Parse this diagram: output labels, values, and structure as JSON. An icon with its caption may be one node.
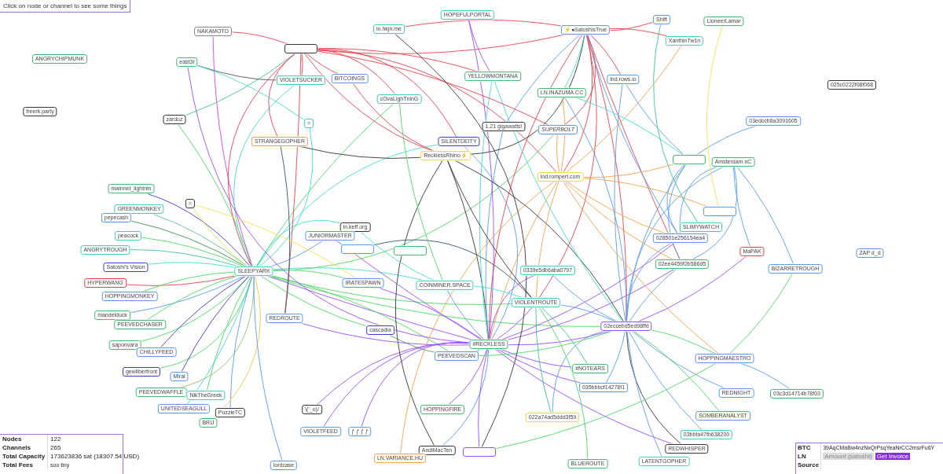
{
  "diagram": {
    "nodes": [
      {
        "text": [
          "NAKAMOTO"
        ]
      },
      {
        "text": [],
        "shape": "box"
      },
      {
        "text": [
          "ln.hkjn.me"
        ]
      },
      {
        "text": [
          "HOPEFULPORTAL"
        ]
      },
      {
        "text": [
          "⚡●SatoshisTrue"
        ]
      },
      {
        "text": [
          "Shift"
        ]
      },
      {
        "text": [
          "LioneerLamar"
        ]
      },
      {
        "text": [
          "XanthinTw1n"
        ]
      },
      {
        "text": [
          "ANGRYCHIPMUNK"
        ]
      },
      {
        "text": [
          "east3r"
        ]
      },
      {
        "text": [
          "VIOLETSUCKER"
        ]
      },
      {
        "text": [
          "BITCOINGS"
        ]
      },
      {
        "text": [
          "YELLOWMONTANA"
        ]
      },
      {
        "text": [
          "lnd.rows.io"
        ]
      },
      {
        "text": [
          "025c0222f08f068"
        ]
      },
      {
        "text": [
          "cOvaLighTninG"
        ]
      },
      {
        "text": [
          "LN.INAZUMA.CC"
        ]
      },
      {
        "text": [
          "freerk.party"
        ]
      },
      {
        "text": [
          "zardoz"
        ]
      },
      {
        "text": [
          "="
        ]
      },
      {
        "text": [
          "1.21 gigawatts!"
        ]
      },
      {
        "text": [
          "*SUPERBOLT*"
        ]
      },
      {
        "text": [
          "03edccb8a3091605"
        ]
      },
      {
        "text": [
          "STRANGEGOPHER"
        ]
      },
      {
        "text": [
          "SILENTDEITY"
        ]
      },
      {
        "text": [
          "RecklessRhino⚡"
        ]
      },
      {
        "text": [],
        "shape": "box"
      },
      {
        "text": [
          "Amsterdam.nC"
        ]
      },
      {
        "text": [
          "lnd.rompert.com"
        ]
      },
      {
        "text": [
          "mainnet_lightnin"
        ]
      },
      {
        "text": [
          "="
        ]
      },
      {
        "text": [
          "GREENMONKEY"
        ]
      },
      {
        "text": [
          "pepecash"
        ]
      },
      {
        "text": [],
        "shape": "box"
      },
      {
        "text": [
          "peacock"
        ]
      },
      {
        "text": [
          "SLIMYWATCH"
        ]
      },
      {
        "text": [
          "ln.keff.org"
        ]
      },
      {
        "text": [
          "JUNIORMASTER"
        ]
      },
      {
        "text": [
          "028501e256154ea4"
        ]
      },
      {
        "text": [
          "ANGRYTROUGH"
        ]
      },
      {
        "text": [],
        "shape": "box"
      },
      {
        "text": [],
        "shape": "box"
      },
      {
        "text": [
          "MaPAK"
        ]
      },
      {
        "text": [
          "ZAP d_d"
        ]
      },
      {
        "text": [
          "0339e5db6aba0797"
        ]
      },
      {
        "text": [
          "02ee4459f2b586d5"
        ]
      },
      {
        "text": [
          "Satoshi's Vision"
        ]
      },
      {
        "text": [
          "SLEEPYARK"
        ]
      },
      {
        "text": [
          "BIZARRETROUGH"
        ]
      },
      {
        "text": [
          "HYPERWANG"
        ]
      },
      {
        "text": [
          "IRATESPAWN"
        ]
      },
      {
        "text": [
          "COINMINER.SPACE"
        ]
      },
      {
        "text": [
          "HOPPINGMONKEY"
        ]
      },
      {
        "text": [
          "VIOLENTROUTE"
        ]
      },
      {
        "text": [
          "mandelduck"
        ]
      },
      {
        "text": [
          "REDROUTE"
        ]
      },
      {
        "text": [
          "PEEVEDCHASER"
        ]
      },
      {
        "text": [
          "02eccebd5ed98ffd"
        ]
      },
      {
        "text": [
          "cascadia"
        ]
      },
      {
        "text": [
          "saponvara"
        ]
      },
      {
        "text": [
          "#RECKLESS"
        ]
      },
      {
        "text": [
          "CHILLYFEED"
        ]
      },
      {
        "text": [
          "PEEVEDSCAN"
        ]
      },
      {
        "text": [
          "HOPPINGMAESTRO"
        ]
      },
      {
        "text": [
          "#NOTEARS"
        ]
      },
      {
        "text": [
          "gewilberfront"
        ]
      },
      {
        "text": [
          "Mirai"
        ]
      },
      {
        "text": [
          "035bbbcf14278f1"
        ]
      },
      {
        "text": [
          "REDNIGHT"
        ]
      },
      {
        "text": [
          "03c3d14714b78f03"
        ]
      },
      {
        "text": [
          "PEEVEDWAFFLE"
        ]
      },
      {
        "text": [
          "NikTheGreek"
        ]
      },
      {
        "text": [
          "UNITEDSEAGULL"
        ]
      },
      {
        "text": [
          "PuzzleTC"
        ]
      },
      {
        "text": [
          "\\('_o)/"
        ]
      },
      {
        "text": [
          "HOPPINGFIRE"
        ]
      },
      {
        "text": [
          "SOMBERANALYST"
        ]
      },
      {
        "text": [
          "022a74ad5ddd3f59"
        ]
      },
      {
        "text": [
          "BRIJ"
        ]
      },
      {
        "text": [
          "VIOLETFEED"
        ]
      },
      {
        "text": [
          "ƒ ƒ ƒ ƒ"
        ]
      },
      {
        "text": [
          "03bbfa47fb638200"
        ]
      },
      {
        "text": [
          "AndiMacTen"
        ]
      },
      {
        "text": [],
        "shape": "box"
      },
      {
        "text": [
          "lordcase"
        ]
      },
      {
        "text": [
          "LN.VARIANCE.HU"
        ]
      },
      {
        "text": [
          "REDWHISPER"
        ]
      },
      {
        "text": [
          "BLUEROUTE"
        ]
      },
      {
        "text": [
          "LATENTGOPHER"
        ]
      }
    ],
    "edges": [
      {
        "from": 47,
        "to": 29,
        "arrow": "none",
        "color": "#3a3ad0"
      },
      {
        "from": 47,
        "to": 31,
        "arrow": "none",
        "color": "#5fbf8f"
      },
      {
        "from": 47,
        "to": 32,
        "arrow": "none",
        "color": "#3f8f4f"
      },
      {
        "from": 47,
        "to": 34,
        "arrow": "none",
        "color": "#4cd964"
      },
      {
        "from": 47,
        "to": 39,
        "arrow": "none",
        "color": "#3fbf9f"
      },
      {
        "from": 47,
        "to": 46,
        "arrow": "none",
        "color": "#40e0d0"
      },
      {
        "from": 47,
        "to": 49,
        "arrow": "none",
        "color": "#e8414e"
      },
      {
        "from": 47,
        "to": 52,
        "arrow": "none",
        "color": "#4cd964"
      },
      {
        "from": 47,
        "to": 54,
        "arrow": "none",
        "color": "#5b9bf0"
      },
      {
        "from": 47,
        "to": 56,
        "arrow": "none",
        "color": "#4cd964"
      },
      {
        "from": 47,
        "to": 59,
        "arrow": "none",
        "color": "#4cd964"
      },
      {
        "from": 47,
        "to": 61,
        "arrow": "none",
        "color": "#3a3ad0"
      },
      {
        "from": 47,
        "to": 65,
        "arrow": "none",
        "color": "#4cd964"
      },
      {
        "from": 47,
        "to": 66,
        "arrow": "none",
        "color": "#3a3ad0"
      },
      {
        "from": 47,
        "to": 70,
        "arrow": "none",
        "color": "#8fbf6f"
      },
      {
        "from": 47,
        "to": 71,
        "arrow": "none",
        "color": "#4cd964"
      },
      {
        "from": 47,
        "to": 72,
        "arrow": "none",
        "color": "#40e0d0"
      },
      {
        "from": 47,
        "to": 73,
        "arrow": "none",
        "color": "#5b9bf0"
      },
      {
        "from": 47,
        "to": 78,
        "arrow": "none",
        "color": "#f5c542"
      },
      {
        "from": 47,
        "to": 84,
        "arrow": "none",
        "color": "#5b9bf0"
      },
      {
        "from": 47,
        "to": 30,
        "arrow": "none",
        "color": "#f5e050"
      },
      {
        "from": 47,
        "to": 18,
        "arrow": "none",
        "color": "#4cd964"
      },
      {
        "from": 47,
        "to": 36,
        "arrow": "none",
        "color": "#40e0d0"
      },
      {
        "from": 47,
        "to": 37,
        "arrow": "none",
        "color": "#5b9bf0"
      },
      {
        "from": 47,
        "to": 0,
        "arrow": "none",
        "color": "#e040e0"
      },
      {
        "from": 47,
        "to": 60,
        "arrow": "none",
        "color": "#9b4dff"
      },
      {
        "from": 47,
        "to": 50,
        "arrow": "none",
        "color": "#4cd964"
      },
      {
        "from": 47,
        "to": 51,
        "arrow": "none",
        "color": "#40e0d0"
      },
      {
        "from": 47,
        "to": 57,
        "arrow": "none",
        "color": "#4cd964"
      },
      {
        "from": 47,
        "to": 58,
        "arrow": "none",
        "color": "#4cd964"
      },
      {
        "from": 47,
        "to": 10,
        "arrow": "none",
        "color": "#40e0d0"
      },
      {
        "from": 47,
        "to": 19,
        "arrow": "none",
        "color": "#40e0d0"
      },
      {
        "from": 47,
        "to": 21,
        "arrow": "none",
        "color": "#4cd964"
      },
      {
        "from": 47,
        "to": 24,
        "arrow": "none",
        "color": "#40e0d0"
      },
      {
        "from": 47,
        "to": 15,
        "arrow": "none",
        "color": "#4cd964"
      },
      {
        "from": 47,
        "to": 1,
        "arrow": "none",
        "color": "#e8414e"
      },
      {
        "from": 47,
        "to": 53,
        "arrow": "none",
        "color": "#4cd964"
      },
      {
        "from": 47,
        "to": 62,
        "arrow": "none",
        "color": "#4cd964"
      },
      {
        "from": 1,
        "to": 55,
        "arrow": "none",
        "color": "#e8414e"
      },
      {
        "from": 60,
        "to": 50,
        "arrow": "none",
        "color": "#9b4dff"
      },
      {
        "from": 60,
        "to": 51,
        "arrow": "none",
        "color": "#5b9bf0"
      },
      {
        "from": 60,
        "to": 53,
        "arrow": "none",
        "color": "#9b4dff"
      },
      {
        "from": 60,
        "to": 62,
        "arrow": "none",
        "color": "#9b4dff"
      },
      {
        "from": 60,
        "to": 57,
        "arrow": "none",
        "color": "#9b4dff"
      },
      {
        "from": 60,
        "to": 44,
        "arrow": "none",
        "color": "#9b4dff"
      },
      {
        "from": 60,
        "to": 64,
        "arrow": "none",
        "color": "#9b4dff"
      },
      {
        "from": 60,
        "to": 67,
        "arrow": "none",
        "color": "#9b4dff"
      },
      {
        "from": 60,
        "to": 75,
        "arrow": "none",
        "color": "#9b4dff"
      },
      {
        "from": 60,
        "to": 79,
        "arrow": "none",
        "color": "#9b4dff"
      },
      {
        "from": 60,
        "to": 80,
        "arrow": "none",
        "color": "#9b4dff"
      },
      {
        "from": 60,
        "to": 82,
        "arrow": "none",
        "color": "#5b9bf0"
      },
      {
        "from": 60,
        "to": 83,
        "arrow": "none",
        "color": "#9b4dff"
      },
      {
        "from": 60,
        "to": 25,
        "arrow": "none",
        "color": "#333333"
      },
      {
        "from": 60,
        "to": 24,
        "arrow": "none",
        "color": "#5b9bf0"
      },
      {
        "from": 60,
        "to": 20,
        "arrow": "none",
        "color": "#5b9bf0"
      },
      {
        "from": 60,
        "to": 3,
        "arrow": "none",
        "color": "#9b4dff"
      },
      {
        "from": 60,
        "to": 74,
        "arrow": "none",
        "color": "#9b4dff"
      },
      {
        "from": 60,
        "to": 37,
        "arrow": "none",
        "color": "#9b4dff"
      },
      {
        "from": 60,
        "to": 12,
        "arrow": "none",
        "color": "#40e0d0"
      },
      {
        "from": 60,
        "to": 28,
        "arrow": "none",
        "color": "#f5a14a"
      },
      {
        "from": 60,
        "to": 4,
        "arrow": "none",
        "color": "#e8414e"
      },
      {
        "from": 60,
        "to": 86,
        "arrow": "none",
        "color": "#9b4dff"
      },
      {
        "from": 60,
        "to": 45,
        "arrow": "none",
        "color": "#9b4dff"
      },
      {
        "from": 60,
        "to": 38,
        "arrow": "none",
        "color": "#9b4dff"
      },
      {
        "from": 60,
        "to": 9,
        "arrow": "none",
        "color": "#9b4dff"
      },
      {
        "from": 58,
        "to": 62,
        "arrow": "none",
        "color": "#4f9f6f"
      },
      {
        "from": 57,
        "to": 63,
        "arrow": "none",
        "color": "#4cd964"
      },
      {
        "from": 57,
        "to": 68,
        "arrow": "none",
        "color": "#5b9bf0"
      },
      {
        "from": 57,
        "to": 76,
        "arrow": "none",
        "color": "#4cd964"
      },
      {
        "from": 57,
        "to": 81,
        "arrow": "none",
        "color": "#5b9bf0"
      },
      {
        "from": 57,
        "to": 86,
        "arrow": "none",
        "color": "#333333"
      },
      {
        "from": 57,
        "to": 88,
        "arrow": "none",
        "color": "#5b9bf0"
      },
      {
        "from": 57,
        "to": 45,
        "arrow": "none",
        "color": "#5b9bf0"
      },
      {
        "from": 57,
        "to": 38,
        "arrow": "none",
        "color": "#5b9bf0"
      },
      {
        "from": 57,
        "to": 44,
        "arrow": "none",
        "color": "#5b9bf0"
      },
      {
        "from": 57,
        "to": 53,
        "arrow": "none",
        "color": "#5b9bf0"
      },
      {
        "from": 57,
        "to": 27,
        "arrow": "none",
        "color": "#5b9bf0"
      },
      {
        "from": 57,
        "to": 26,
        "arrow": "none",
        "color": "#5b9bf0"
      },
      {
        "from": 57,
        "to": 4,
        "arrow": "none",
        "color": "#e8414e"
      },
      {
        "from": 57,
        "to": 25,
        "arrow": "none",
        "color": "#333333"
      },
      {
        "from": 57,
        "to": 13,
        "arrow": "none",
        "color": "#5b9bf0"
      },
      {
        "from": 57,
        "to": 12,
        "arrow": "none",
        "color": "#40e0d0"
      },
      {
        "from": 57,
        "to": 67,
        "arrow": "none",
        "color": "#5b9bf0"
      },
      {
        "from": 57,
        "to": 77,
        "arrow": "none",
        "color": "#5b9bf0"
      },
      {
        "from": 57,
        "to": 62,
        "arrow": "none",
        "color": "#4cd964"
      },
      {
        "from": 57,
        "to": 16,
        "arrow": "none",
        "color": "#5b9bf0"
      },
      {
        "from": 4,
        "to": 1,
        "arrow": "none",
        "color": "#e8414e"
      },
      {
        "from": 4,
        "to": 2,
        "arrow": "none",
        "color": "#e8414e"
      },
      {
        "from": 4,
        "to": 13,
        "arrow": "none",
        "color": "#e8414e"
      },
      {
        "from": 4,
        "to": 28,
        "arrow": "none",
        "color": "#e8414e"
      },
      {
        "from": 4,
        "to": 25,
        "arrow": "none",
        "color": "#333333"
      },
      {
        "from": 4,
        "to": 21,
        "arrow": "none",
        "color": "#e8414e"
      },
      {
        "from": 4,
        "to": 16,
        "arrow": "none",
        "color": "#40e0d0"
      },
      {
        "from": 4,
        "to": 20,
        "arrow": "none",
        "color": "#5b9bf0"
      },
      {
        "from": 4,
        "to": 45,
        "arrow": "none",
        "color": "#e8414e"
      },
      {
        "from": 4,
        "to": 5,
        "arrow": "none",
        "color": "#e8414e"
      },
      {
        "from": 4,
        "to": 7,
        "arrow": "none",
        "color": "#e8414e"
      },
      {
        "from": 4,
        "to": 53,
        "arrow": "none",
        "color": "#e8414e"
      },
      {
        "from": 4,
        "to": 38,
        "arrow": "none",
        "color": "#5b9bf0"
      },
      {
        "from": 1,
        "to": 0,
        "arrow": "none",
        "color": "#e8414e"
      },
      {
        "from": 1,
        "to": 10,
        "arrow": "none",
        "color": "#e8414e"
      },
      {
        "from": 1,
        "to": 11,
        "arrow": "none",
        "color": "#e8414e"
      },
      {
        "from": 1,
        "to": 12,
        "arrow": "none",
        "color": "#e8414e"
      },
      {
        "from": 1,
        "to": 15,
        "arrow": "none",
        "color": "#e8414e"
      },
      {
        "from": 1,
        "to": 25,
        "arrow": "none",
        "color": "#e8414e"
      },
      {
        "from": 1,
        "to": 24,
        "arrow": "none",
        "color": "#e8414e"
      },
      {
        "from": 1,
        "to": 18,
        "arrow": "none",
        "color": "#3fbf9f"
      },
      {
        "from": 1,
        "to": 23,
        "arrow": "none",
        "color": "#e8414e"
      },
      {
        "from": 1,
        "to": 21,
        "arrow": "none",
        "color": "#e8414e"
      },
      {
        "from": 1,
        "to": 28,
        "arrow": "none",
        "color": "#e8414e"
      },
      {
        "from": 28,
        "to": 21,
        "arrow": "none",
        "color": "#f5a14a"
      },
      {
        "from": 28,
        "to": 16,
        "arrow": "none",
        "color": "#f5a14a"
      },
      {
        "from": 28,
        "to": 45,
        "arrow": "none",
        "color": "#f5a14a"
      },
      {
        "from": 28,
        "to": 7,
        "arrow": "none",
        "color": "#f5a14a"
      },
      {
        "from": 28,
        "to": 33,
        "arrow": "none",
        "color": "#f5a14a"
      },
      {
        "from": 28,
        "to": 26,
        "arrow": "none",
        "color": "#f5a14a"
      },
      {
        "from": 28,
        "to": 85,
        "arrow": "none",
        "color": "#f5a14a"
      },
      {
        "from": 28,
        "to": 63,
        "arrow": "none",
        "color": "#f5a14a"
      },
      {
        "from": 28,
        "to": 53,
        "arrow": "none",
        "color": "#f5a14a"
      },
      {
        "from": 28,
        "to": 38,
        "arrow": "none",
        "color": "#f5a14a"
      },
      {
        "from": 26,
        "to": 22,
        "arrow": "none",
        "color": "#5b9bf0"
      },
      {
        "from": 26,
        "to": 45,
        "arrow": "none",
        "color": "#5b9bf0"
      },
      {
        "from": 26,
        "to": 38,
        "arrow": "none",
        "color": "#5b9bf0"
      },
      {
        "from": 26,
        "to": 16,
        "arrow": "none",
        "color": "#40e0d0"
      },
      {
        "from": 26,
        "to": 13,
        "arrow": "none",
        "color": "#5b9bf0"
      },
      {
        "from": 27,
        "to": 42,
        "arrow": "none",
        "color": "#5b9bf0"
      },
      {
        "from": 27,
        "to": 45,
        "arrow": "none",
        "color": "#5b9bf0"
      },
      {
        "from": 27,
        "to": 38,
        "arrow": "none",
        "color": "#5b9bf0"
      },
      {
        "from": 27,
        "to": 48,
        "arrow": "none",
        "color": "#5b9bf0"
      },
      {
        "from": 5,
        "to": 35,
        "arrow": "none",
        "color": "#3fbf9f"
      },
      {
        "from": 6,
        "to": 33,
        "arrow": "none",
        "color": "#f5e050"
      },
      {
        "from": 63,
        "to": 48,
        "arrow": "none",
        "color": "#4cd964"
      },
      {
        "from": 63,
        "to": 69,
        "arrow": "none",
        "color": "#5b9bf0"
      },
      {
        "from": 63,
        "to": 83,
        "arrow": "none",
        "color": "#4cd964"
      },
      {
        "from": 42,
        "to": 57,
        "arrow": "none",
        "color": "#9b4dff"
      },
      {
        "from": 9,
        "to": 10,
        "arrow": "none",
        "color": "#555555"
      },
      {
        "from": 9,
        "to": 19,
        "arrow": "none",
        "color": "#40e0d0"
      },
      {
        "from": 23,
        "to": 25,
        "arrow": "none",
        "color": "#333333"
      },
      {
        "from": 23,
        "to": 55,
        "arrow": "none",
        "color": "#335577"
      },
      {
        "from": 11,
        "to": 25,
        "arrow": "none",
        "color": "#e8414e"
      },
      {
        "from": 25,
        "to": 53,
        "arrow": "none",
        "color": "#333333"
      },
      {
        "from": 25,
        "to": 82,
        "arrow": "none",
        "color": "#333333"
      },
      {
        "from": 53,
        "to": 64,
        "arrow": "none",
        "color": "#3fbf9f"
      },
      {
        "from": 53,
        "to": 77,
        "arrow": "none",
        "color": "#3fbf9f"
      },
      {
        "from": 53,
        "to": 87,
        "arrow": "none",
        "color": "#4cd964"
      },
      {
        "from": 53,
        "to": 51,
        "arrow": "none",
        "color": "#40e0d0"
      },
      {
        "from": 40,
        "to": 53,
        "arrow": "none",
        "color": "#335577"
      },
      {
        "from": 3,
        "to": 12,
        "arrow": "none",
        "color": "#9b4dff"
      },
      {
        "from": 55,
        "to": 60,
        "arrow": "none",
        "color": "#9b4dff"
      },
      {
        "from": 36,
        "to": 51,
        "arrow": "none",
        "color": "#40e0d0"
      },
      {
        "from": 30,
        "to": 50,
        "arrow": "none",
        "color": "#f5e050"
      },
      {
        "from": 15,
        "to": 51,
        "arrow": "none",
        "color": "#4cd964"
      },
      {
        "from": 2,
        "to": 83,
        "arrow": "none",
        "color": "#333333"
      }
    ],
    "labels": [
      "Click on node or channel to see some things",
      "Nodes",
      "122",
      "Channels",
      "265",
      "Total Capacity",
      "173623836 sat (18307.54 USD)",
      "Total Fees",
      "soo tiny",
      "BTC",
      "39AqCMaBw4nzNxQrPsqYeaNrCC2msrFu6Y",
      "LN",
      "Amount (satoshi)",
      "Get Invoice",
      "Source"
    ]
  }
}
